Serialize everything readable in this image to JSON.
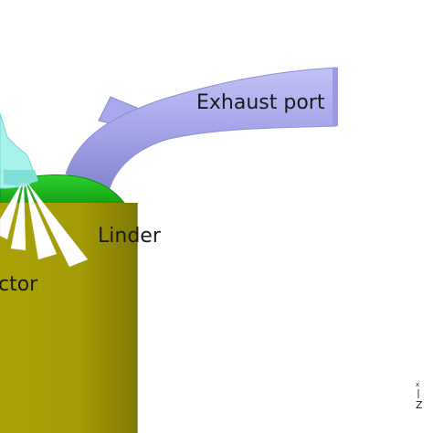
{
  "labels": {
    "exhaust_port": "Exhaust port",
    "cylinder": "Linder",
    "injector": "ctor"
  },
  "axis_triad": {
    "x": "x",
    "z": "Z"
  },
  "colors": {
    "background": "#ffffff",
    "cylinder": "#a39a05",
    "cylinder_dark": "#6f6902",
    "head": "#1bb91b",
    "head_dark": "#0e7f0e",
    "exhaust": "#a6a6ea",
    "exhaust_dark": "#7c7cc8",
    "injector_body": "#a8f2ec",
    "injector_dark": "#6fd4cc",
    "spray": "#ffffff"
  }
}
